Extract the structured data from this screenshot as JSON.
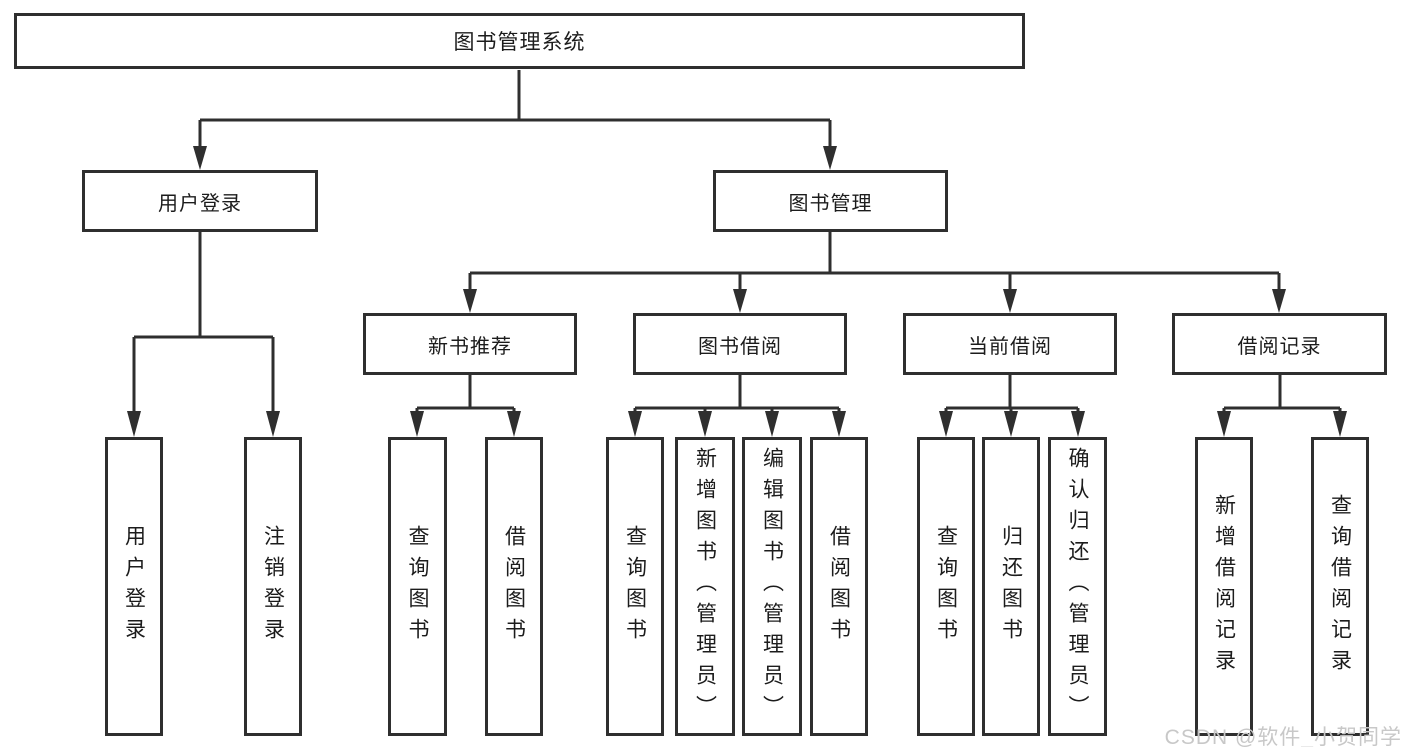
{
  "colors": {
    "background": "#ffffff",
    "line": "#2f2f2f",
    "box_border": "#2f2f2f",
    "text": "#1c1c1c",
    "watermark": "#c8c8c8"
  },
  "tree": {
    "label": "图书管理系统",
    "children": [
      {
        "label": "用户登录",
        "children": [
          {
            "label": "用户登录"
          },
          {
            "label": "注销登录"
          }
        ]
      },
      {
        "label": "图书管理",
        "children": [
          {
            "label": "新书推荐",
            "children": [
              {
                "label": "查询图书"
              },
              {
                "label": "借阅图书"
              }
            ]
          },
          {
            "label": "图书借阅",
            "children": [
              {
                "label": "查询图书"
              },
              {
                "label": "新增图书（管理员）"
              },
              {
                "label": "编辑图书（管理员）"
              },
              {
                "label": "借阅图书"
              }
            ]
          },
          {
            "label": "当前借阅",
            "children": [
              {
                "label": "查询图书"
              },
              {
                "label": "归还图书"
              },
              {
                "label": "确认归还（管理员）"
              }
            ]
          },
          {
            "label": "借阅记录",
            "children": [
              {
                "label": "新增借阅记录"
              },
              {
                "label": "查询借阅记录"
              }
            ]
          }
        ]
      }
    ]
  },
  "watermark": {
    "text": "CSDN @软件_小贺同学"
  }
}
